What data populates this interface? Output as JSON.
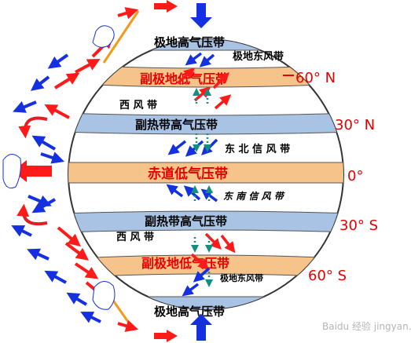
{
  "diagram": {
    "bands": {
      "polar_high_north": "极地高气压带",
      "subpolar_low_north": "副极地低气压带",
      "subtropical_high_north": "副热带高气压带",
      "equatorial_low": "赤道低气压带",
      "subtropical_high_south": "副热带高气压带",
      "subpolar_low_south": "副极地低气压带",
      "polar_high_south": "极地高气压带"
    },
    "winds": {
      "polar_easterly_north": "极地东风带",
      "westerly_north": "西 风 带",
      "ne_trade": "东 北 信 风 带",
      "se_trade": "东 南 信 风 带",
      "westerly_south": "西 风 带",
      "polar_easterly_south": "极地东风带"
    },
    "latitudes": {
      "n60": "60° N",
      "n30": "30° N",
      "eq": "0°",
      "s30": "30° S",
      "s60": "60° S"
    },
    "colors": {
      "high_band": "#a8c3e3",
      "low_band": "#f6c48a",
      "red_text": "#e60000",
      "arrow_red": "#ff1a1a",
      "arrow_blue": "#1530e0",
      "arrow_teal": "#138f80",
      "circle_fill": "#ffffff",
      "circle_stroke": "#333333"
    },
    "watermark": "Baidu 经验 jingyan.baidu.com"
  }
}
